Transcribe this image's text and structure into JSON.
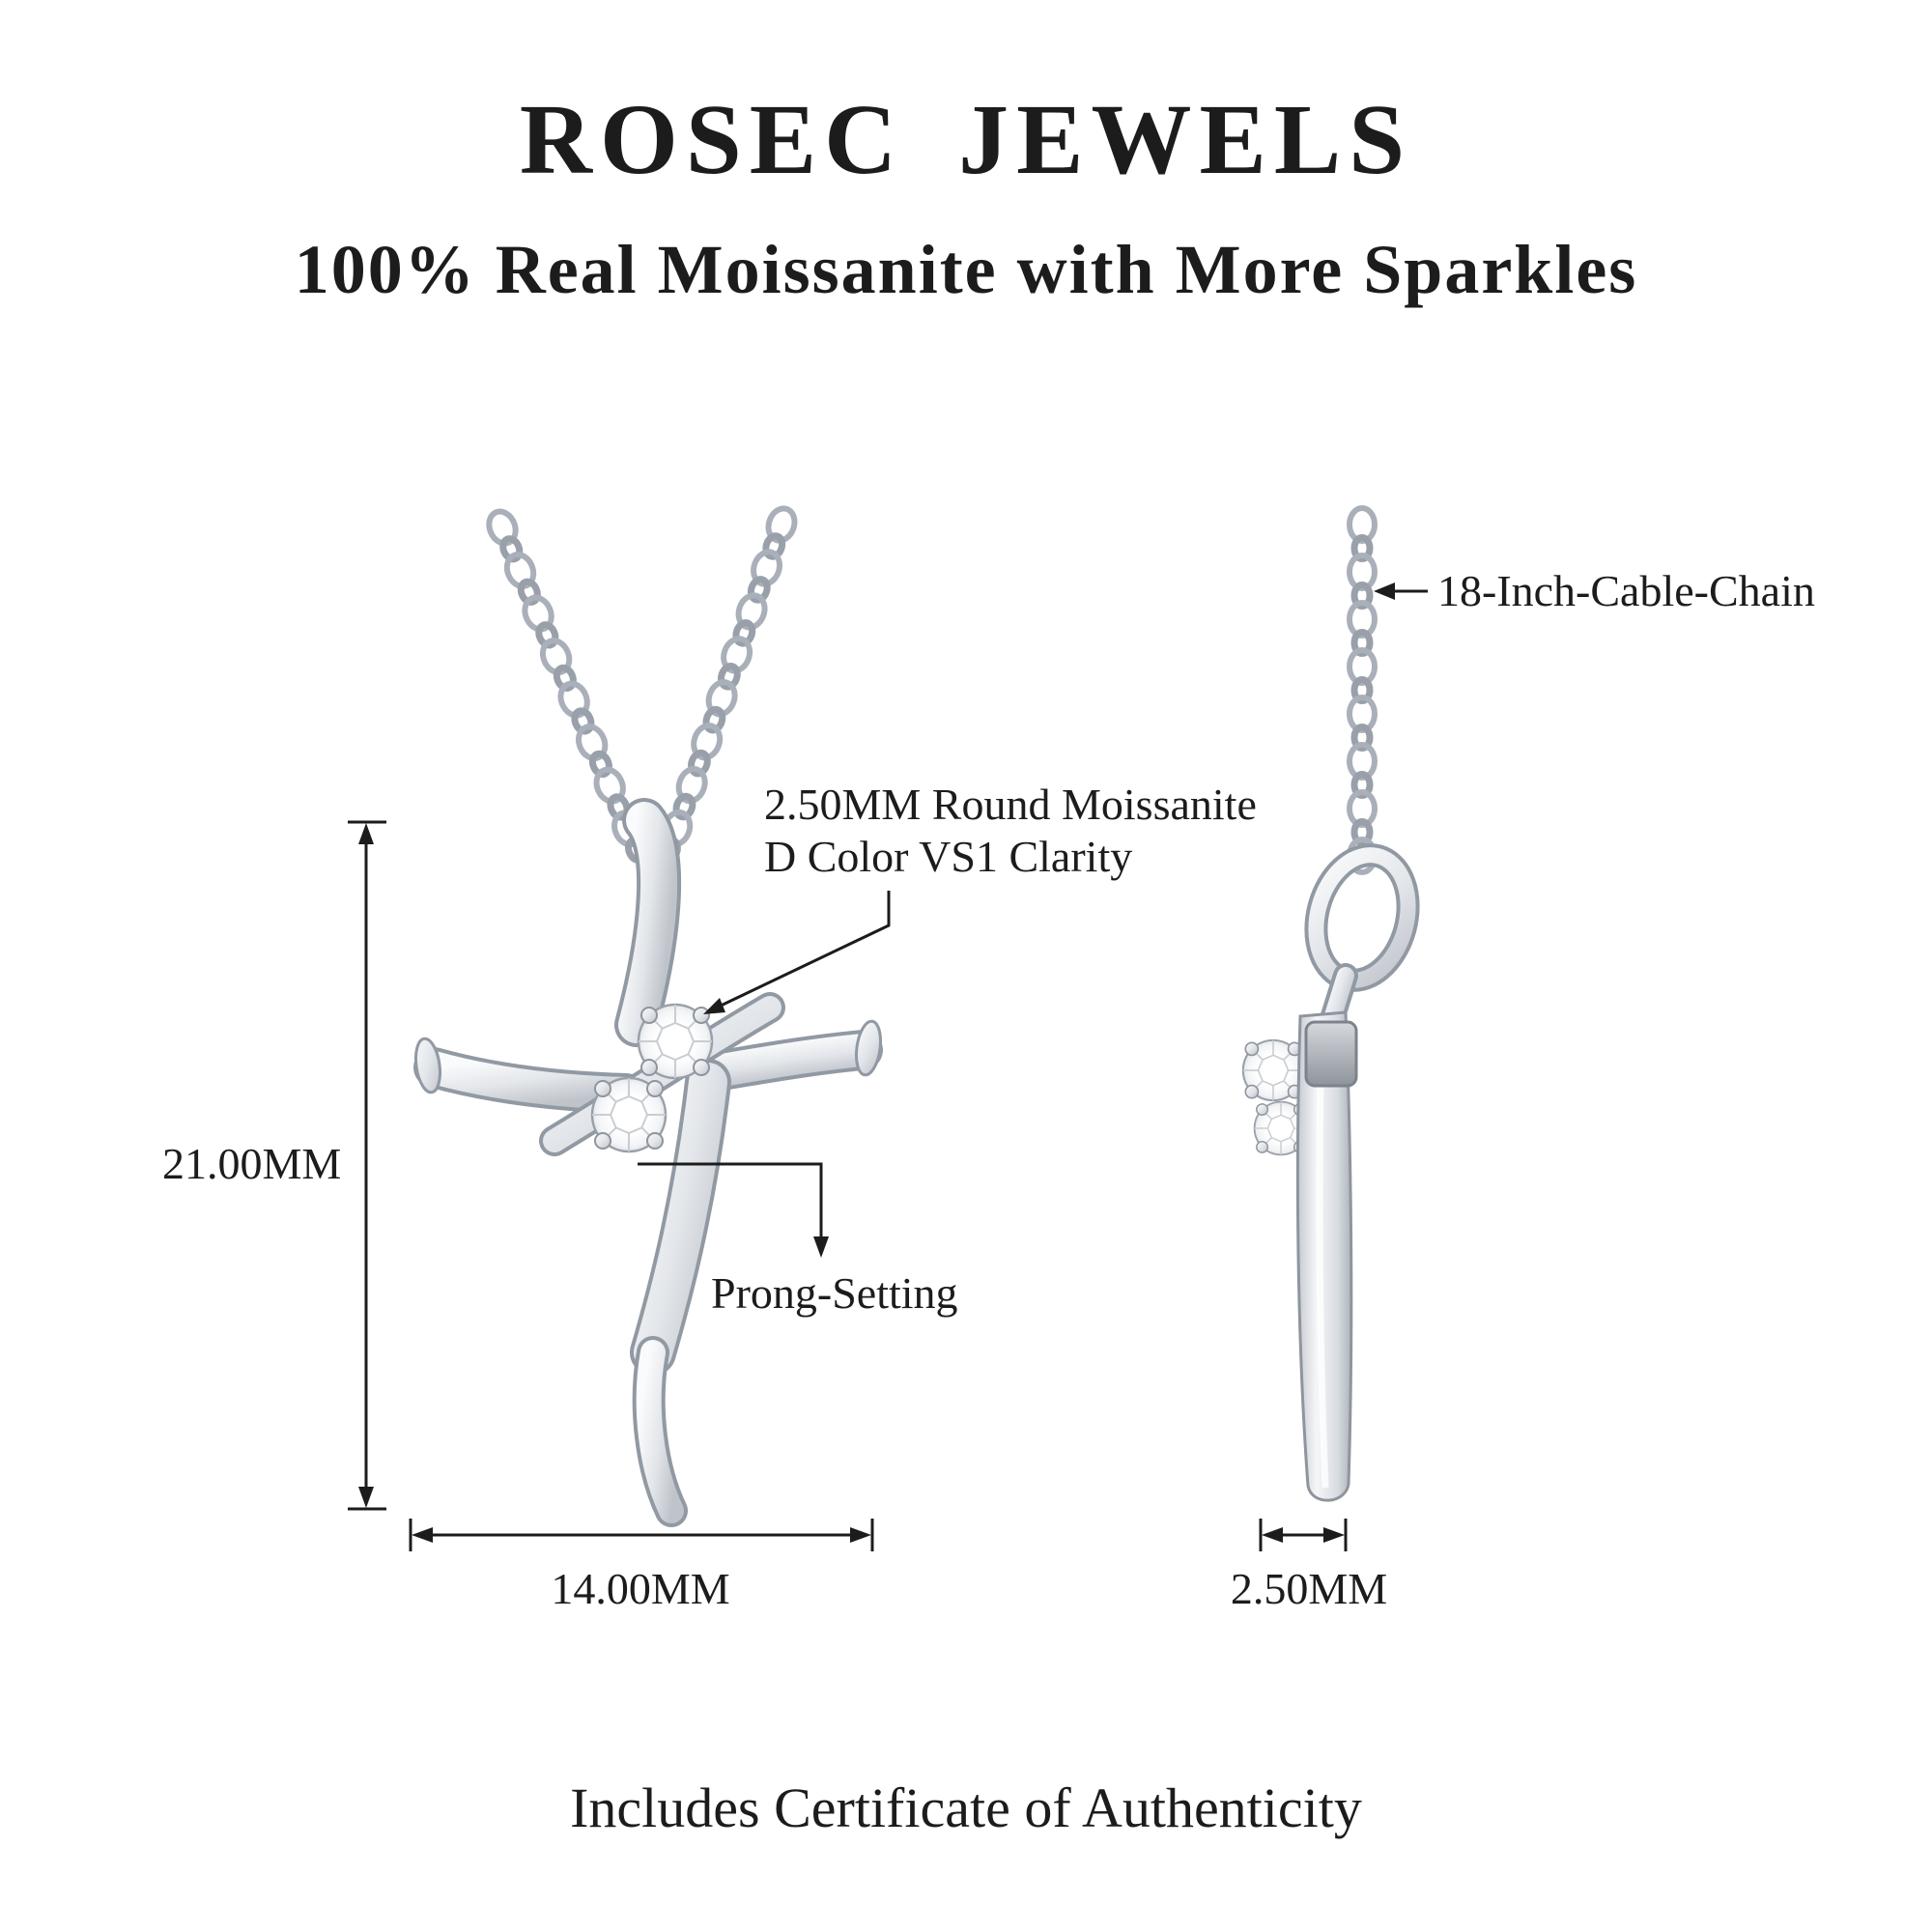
{
  "header": {
    "brand": "ROSEC JEWELS",
    "tagline": "100% Real Moissanite with More Sparkles"
  },
  "annotations": {
    "chain": "18-Inch-Cable-Chain",
    "stone_line1": "2.50MM Round Moissanite",
    "stone_line2": "D Color VS1 Clarity",
    "setting": "Prong-Setting"
  },
  "dimensions": {
    "height": "21.00MM",
    "width": "14.00MM",
    "depth": "2.50MM"
  },
  "footer": {
    "note": "Includes Certificate of Authenticity"
  },
  "colors": {
    "text": "#1c1c1c",
    "bg": "#ffffff",
    "metal_light": "#fafbfc",
    "metal_mid": "#d6d9de",
    "metal_dark": "#9199a3",
    "stone": "#ffffff"
  }
}
